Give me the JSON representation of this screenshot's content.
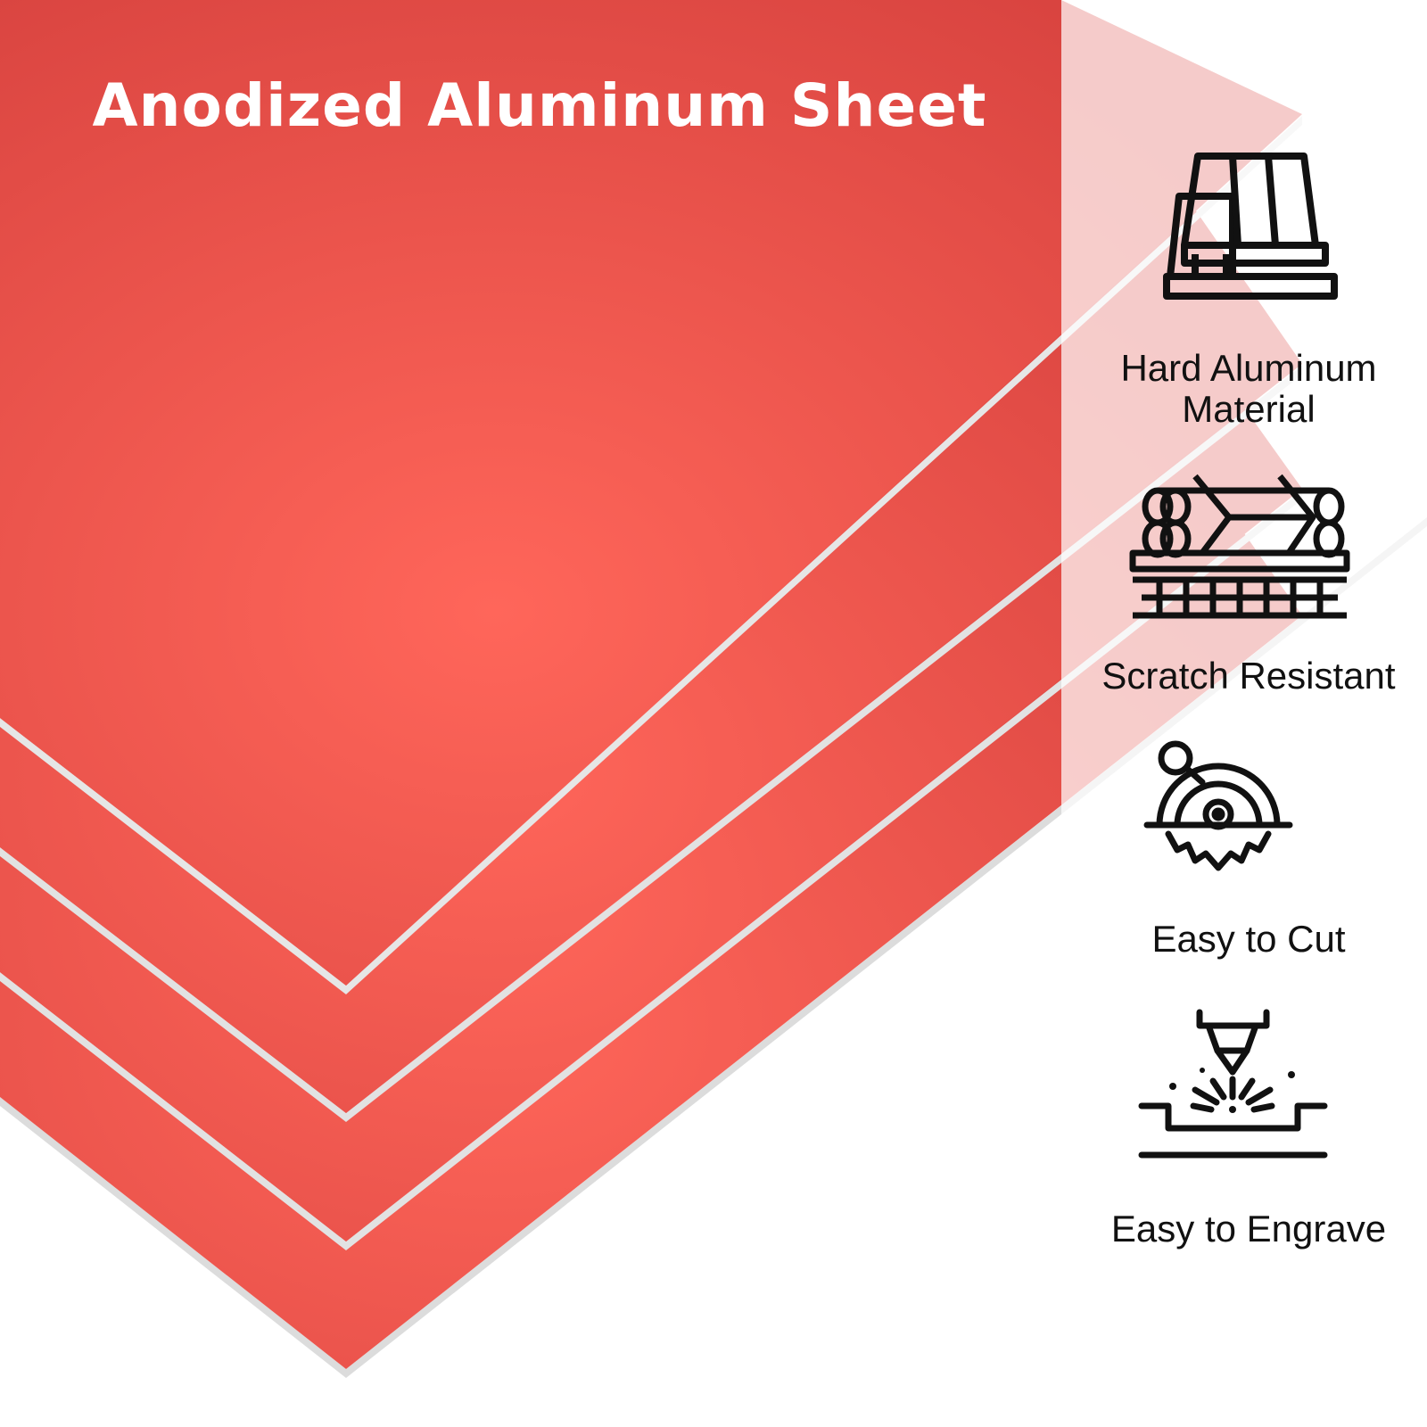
{
  "headline": "Anodized Aluminum Sheet",
  "colors": {
    "sheet_dark": "#d94440",
    "sheet_light": "#ff6a5c",
    "sheet_edge": "#e6e6e6",
    "icon": "#111111",
    "headline": "#ffffff"
  },
  "features": [
    {
      "icon": "stacked-sheets-icon",
      "label_lines": [
        "Hard Aluminum",
        "Material"
      ]
    },
    {
      "icon": "loaded-pallet-icon",
      "label_lines": [
        "Scratch Resistant"
      ]
    },
    {
      "icon": "circular-saw-icon",
      "label_lines": [
        "Easy to Cut"
      ]
    },
    {
      "icon": "laser-engraver-icon",
      "label_lines": [
        "Easy to Engrave"
      ]
    }
  ]
}
